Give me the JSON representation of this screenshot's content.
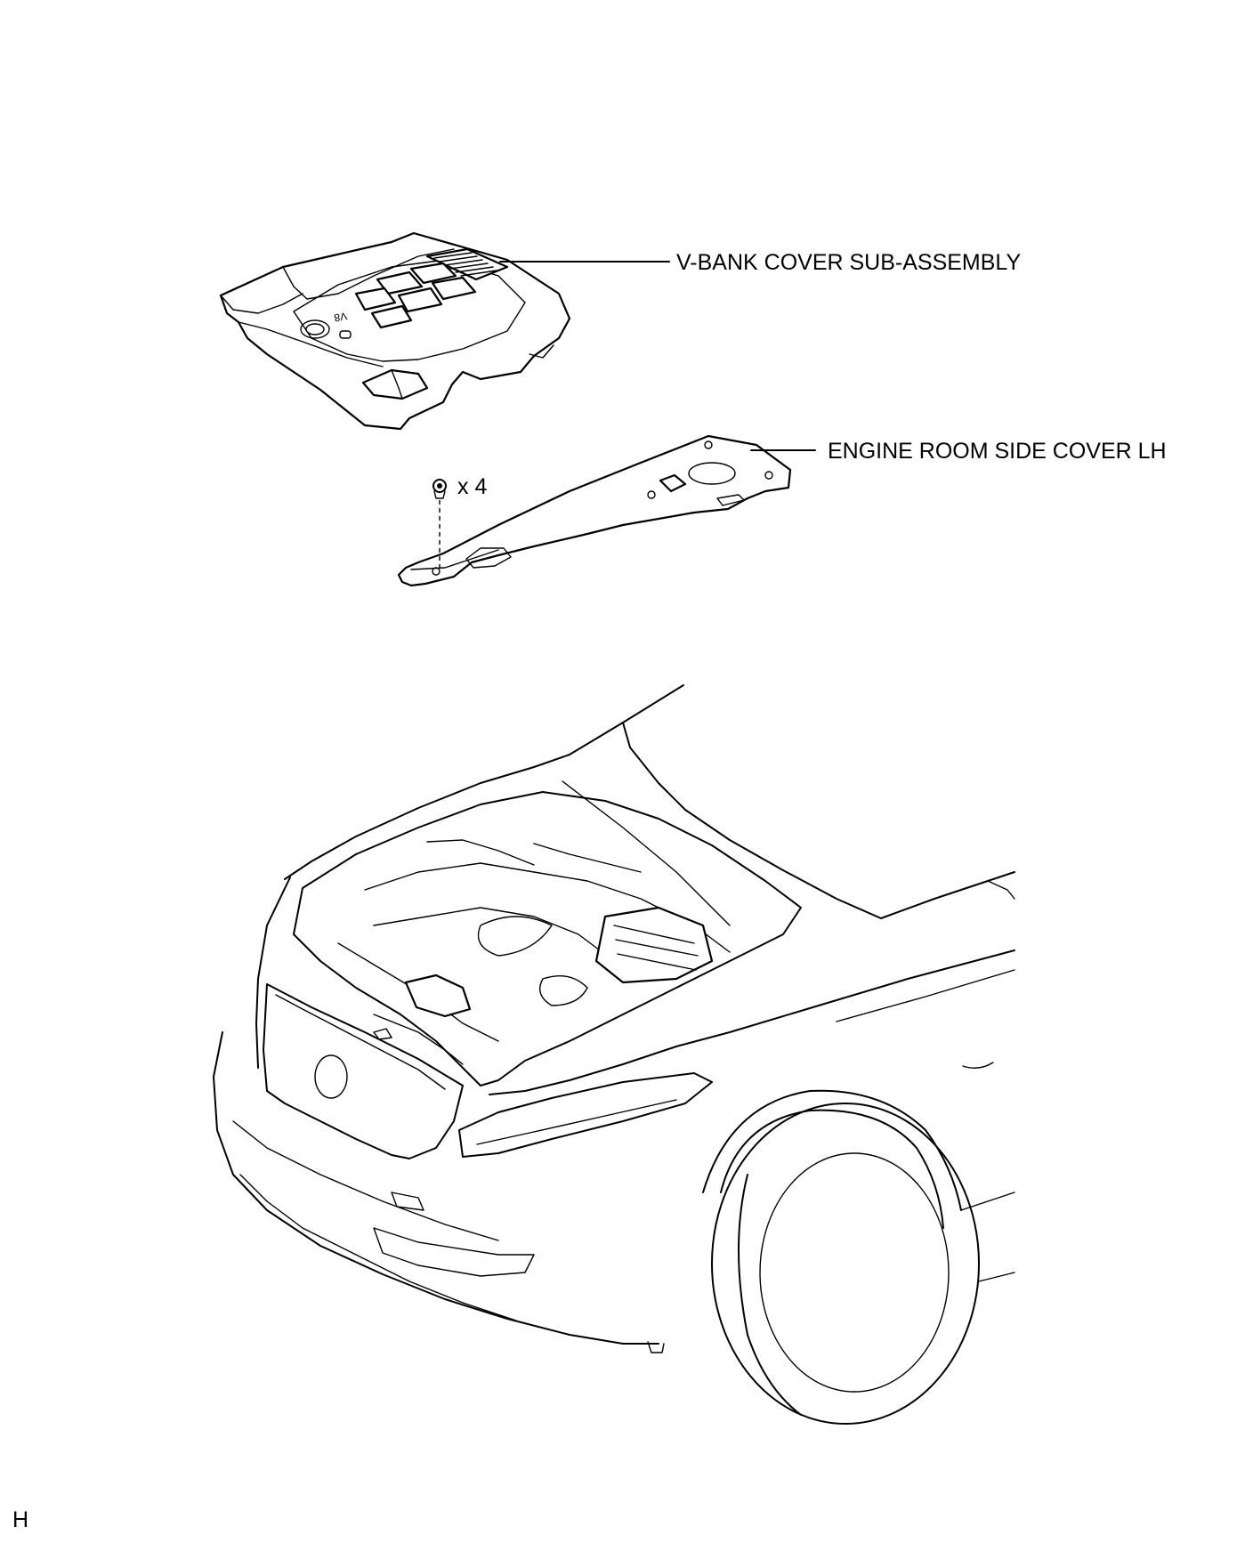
{
  "callouts": {
    "vbank_cover": "V-BANK COVER SUB-ASSEMBLY",
    "side_cover": "ENGINE ROOM SIDE COVER LH",
    "clip_qty": "x 4"
  },
  "footer": {
    "code": "H"
  },
  "engine_cover_emblem": "V8",
  "icons": {
    "clip": "clip-icon"
  }
}
